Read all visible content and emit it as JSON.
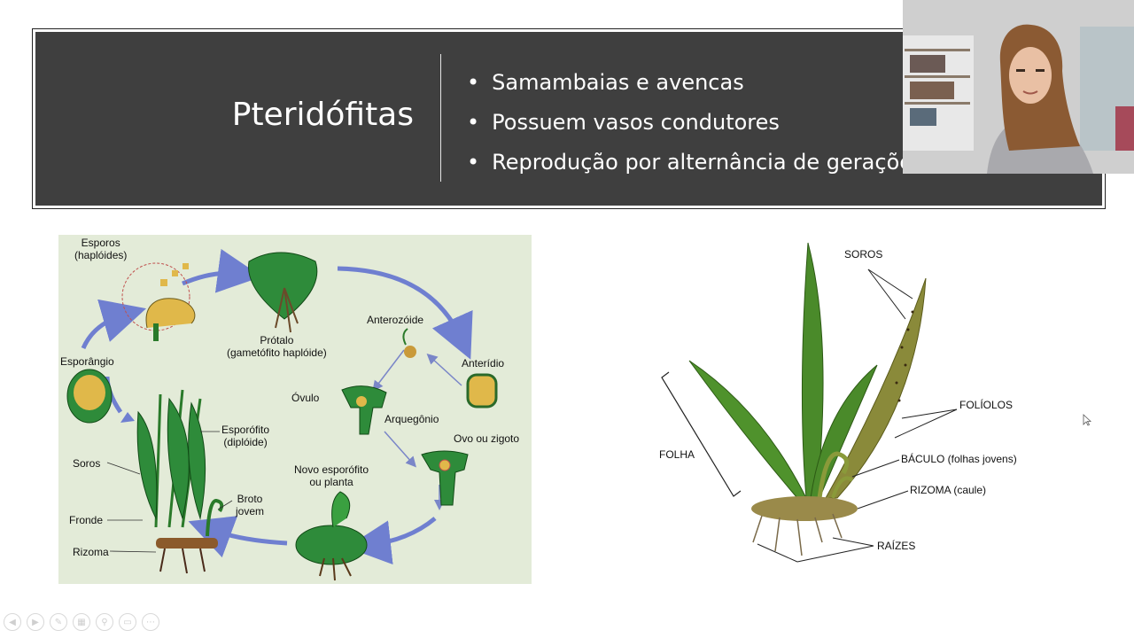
{
  "header": {
    "title": "Pteridófitas",
    "bullets": [
      "Samambaias e avencas",
      "Possuem vasos condutores",
      "Reprodução por alternância de geraçõe"
    ]
  },
  "cycle_diagram": {
    "labels": {
      "esporos": "Esporos",
      "esporos2": "(haplóides)",
      "protalo": "Prótalo",
      "protalo2": "(gametófito haplóide)",
      "anterozoide": "Anterozóide",
      "anteridio": "Anterídio",
      "ovulo": "Óvulo",
      "arquegonio": "Arquegônio",
      "ovo": "Ovo ou zigoto",
      "novo": "Novo esporófito",
      "novo2": "ou planta",
      "esporangio": "Esporângio",
      "esporofito": "Esporófito",
      "esporofito2": "(diplóide)",
      "soros": "Soros",
      "fronde": "Fronde",
      "rizoma": "Rizoma",
      "broto": "Broto",
      "broto2": "jovem"
    }
  },
  "fern_diagram": {
    "labels": {
      "soros": "SOROS",
      "foliolos": "FOLÍOLOS",
      "folha": "FOLHA",
      "baculo": "BÁCULO (folhas jovens)",
      "rizoma": "RIZOMA (caule)",
      "raizes": "RAÍZES"
    }
  },
  "controls": {
    "icons": [
      "prev-icon",
      "next-icon",
      "pen-icon",
      "slides-icon",
      "zoom-icon",
      "subtitles-icon",
      "more-icon"
    ],
    "glyphs": [
      "◀",
      "▶",
      "✎",
      "▦",
      "⚲",
      "▭",
      "⋯"
    ]
  },
  "colors": {
    "banner": "#3f3f3f",
    "diagram_bg": "#e3ebd8",
    "fern_green": "#3f7d22",
    "arrow": "#6f7fd0"
  }
}
